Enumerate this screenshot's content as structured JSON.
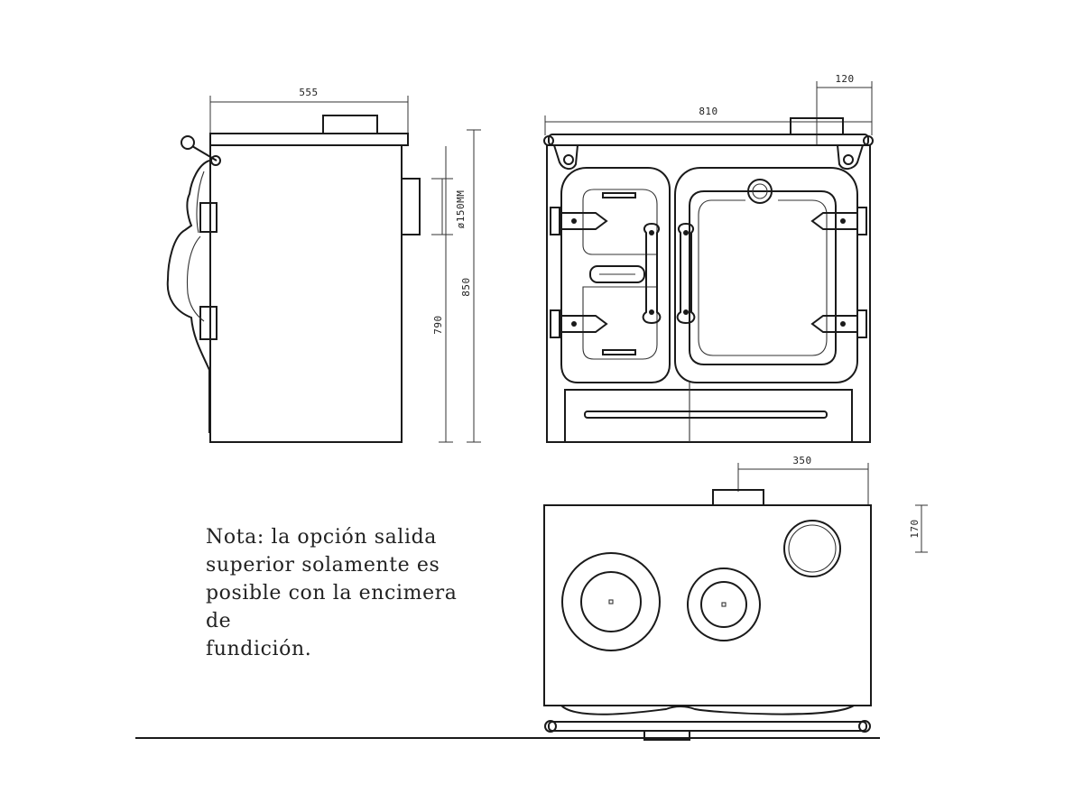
{
  "views": {
    "side": {
      "width_label": "555",
      "flue_label": "ø150MM",
      "height_inner_label": "790",
      "height_total_label": "850"
    },
    "front": {
      "width_label": "810",
      "offset_label": "120"
    },
    "top": {
      "offset_label": "350",
      "depth_label": "170"
    }
  },
  "note": {
    "line1": "Nota: la opción salida",
    "line2": "superior solamente es",
    "line3": "posible con la encimera de",
    "line4": "fundición."
  }
}
